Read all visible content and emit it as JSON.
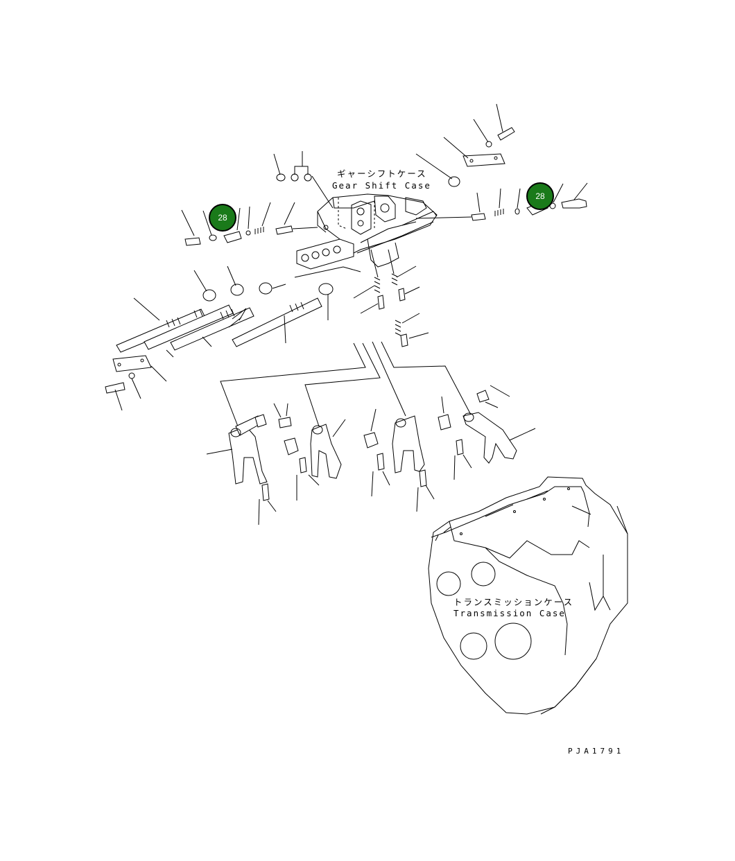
{
  "diagram": {
    "callouts": [
      {
        "id": "callout-left",
        "number": "28",
        "color": "#1a7a1a"
      },
      {
        "id": "callout-right",
        "number": "28",
        "color": "#1a7a1a"
      }
    ],
    "labels": {
      "gear_shift_case_jp": "ギャーシフトケース",
      "gear_shift_case_en": "Gear Shift Case",
      "transmission_case_jp": "トランスミッションケース",
      "transmission_case_en": "Transmission Case"
    },
    "drawing_code": "PJA1791"
  }
}
